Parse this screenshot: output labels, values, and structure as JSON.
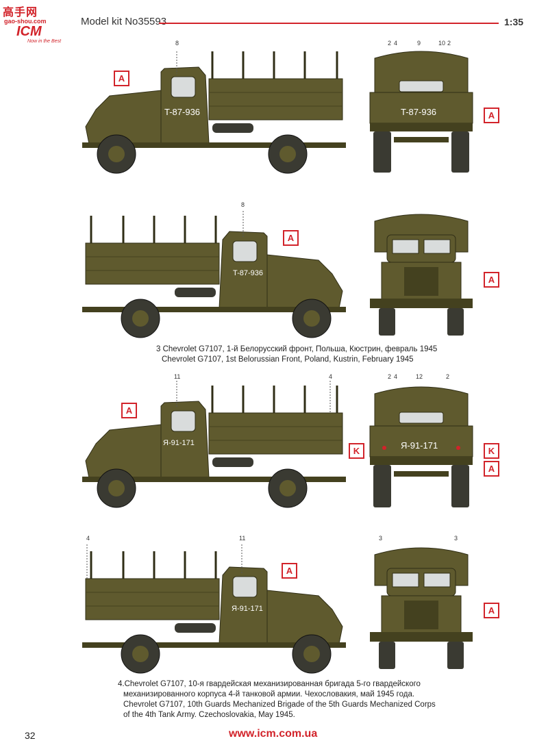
{
  "header": {
    "logo_chinese": "高手网",
    "logo_site": "gao-shou.com",
    "logo_brand": "ICM",
    "logo_slogan": "Now in the Best",
    "title": "Model kit No35593",
    "scale": "1:35"
  },
  "colors": {
    "olive": "#5f5a2e",
    "olive_dark": "#44411f",
    "accent_red": "#d2232a",
    "tire": "#3a3a32"
  },
  "markings": {
    "a": "A",
    "k": "K"
  },
  "callouts": {
    "s1_side": "8",
    "s1_rear": [
      "2",
      "4",
      "9",
      "10",
      "2"
    ],
    "s2_side": "8",
    "s3_side_left": "11",
    "s3_side_right": "4",
    "s3_rear": [
      "2",
      "4",
      "12",
      "2"
    ],
    "s4_side_left": "4",
    "s4_side_right": "11",
    "s4_front": [
      "3",
      "3"
    ]
  },
  "plates": {
    "truck1": "T-87-936",
    "truck1_right": "T-87-936",
    "truck1_rear": "T-87-936",
    "truck2": "Я-91-171",
    "truck2_rear": "Я-91-171",
    "truck2_right": "Я-91-171"
  },
  "captions": {
    "c3_ru": "3 Chevrolet G7107, 1-й Белорусский фронт, Польша,  Кюстрин, февраль 1945",
    "c3_en": "Chevrolet G7107, 1st Belorussian Front, Poland, Kustrin, February 1945",
    "c4_ru_1": "4.Chevrolet  G7107, 10-я гвардейская механизированная бригада 5-го гвардейского",
    "c4_ru_2": "механизированного корпуса 4-й танковой армии. Чехословакия, май 1945 года.",
    "c4_en_1": "Chevrolet G7107, 10th Guards Mechanized Brigade of the 5th Guards Mechanized Corps",
    "c4_en_2": "of the 4th Tank Army. Czechoslovakia, May 1945."
  },
  "footer": {
    "page": "32",
    "url": "www.icm.com.ua"
  }
}
